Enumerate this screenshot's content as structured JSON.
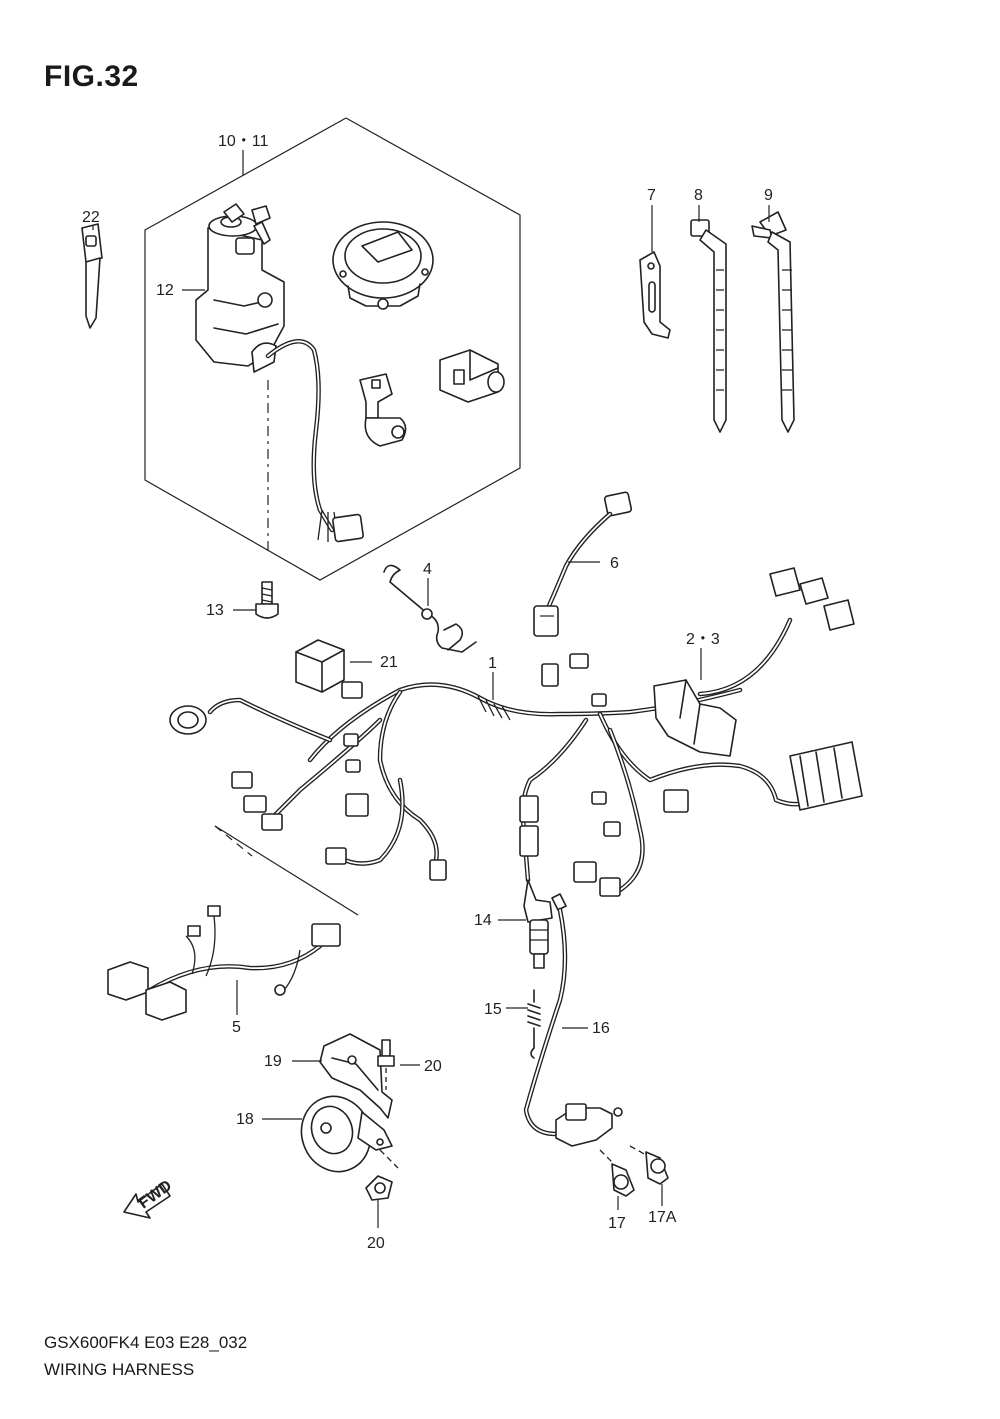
{
  "figure": {
    "title": "FIG.32"
  },
  "callouts": {
    "c1": "1",
    "c2_3": "2・3",
    "c4": "4",
    "c5": "5",
    "c6": "6",
    "c7": "7",
    "c8": "8",
    "c9": "9",
    "c10_11": "10・11",
    "c12": "12",
    "c13": "13",
    "c14": "14",
    "c15": "15",
    "c16": "16",
    "c17": "17",
    "c17a": "17A",
    "c18": "18",
    "c19": "19",
    "c20a": "20",
    "c20b": "20",
    "c21": "21",
    "c22": "22"
  },
  "fwd_arrow": {
    "label": "FWD"
  },
  "footer": {
    "code": "GSX600FK4 E03 E28_032",
    "name": "WIRING HARNESS"
  }
}
